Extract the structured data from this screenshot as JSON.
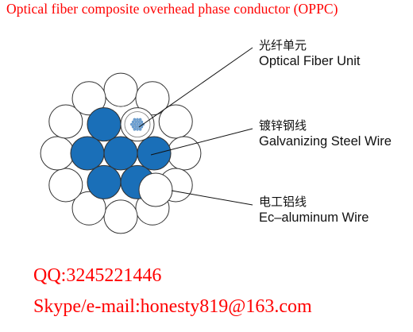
{
  "title": "Optical fiber composite overhead phase conductor (OPPC)",
  "labels": {
    "fiber_cn": "光纤单元",
    "fiber_en": "Optical Fiber Unit",
    "steel_cn": "镀锌钢线",
    "steel_en": "Galvanizing Steel Wire",
    "alu_cn": "电工铝线",
    "alu_en": "Ec–aluminum Wire"
  },
  "contact": {
    "qq": "QQ:3245221446",
    "mail": "Skype/e-mail:honesty819@163.com"
  },
  "colors": {
    "title": "#ff0000",
    "steel_fill": "#1a6fb8",
    "aluminum_fill": "#ffffff",
    "outline": "#333333",
    "fiber_fill": "#6fa3d6"
  }
}
